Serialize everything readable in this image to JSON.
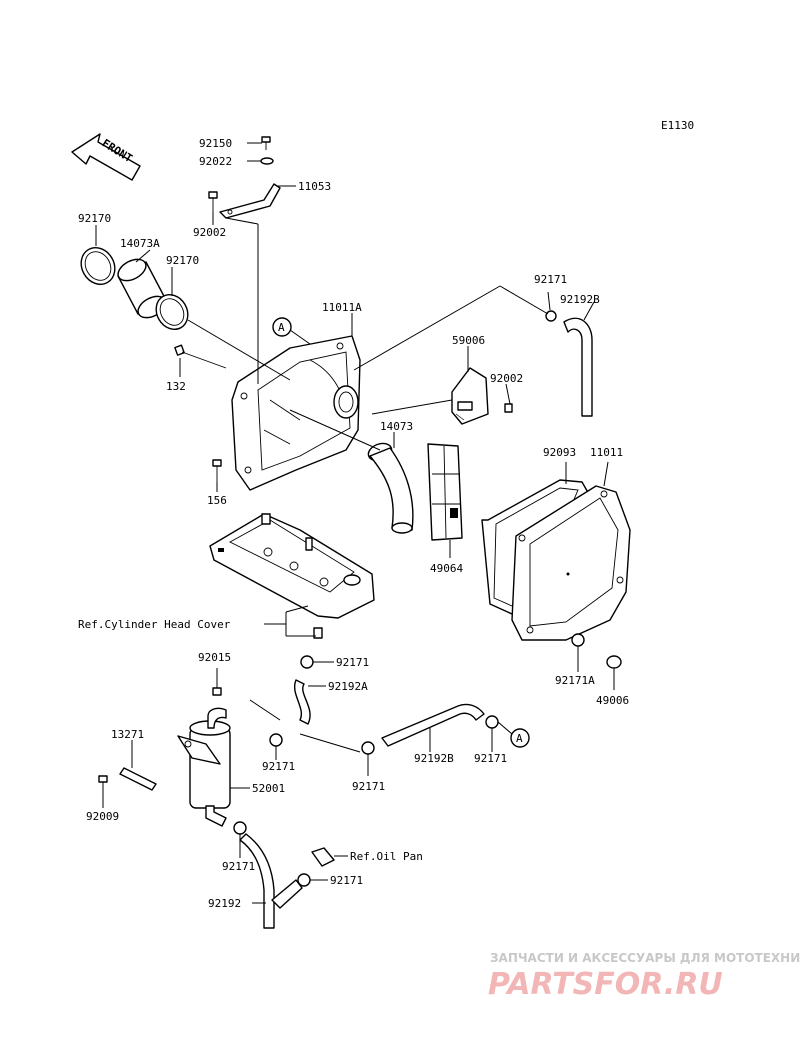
{
  "diagram_code": "E1130",
  "front_label": "FRONT",
  "callout_letter": "A",
  "parts": {
    "p92150": "92150",
    "p92022": "92022",
    "p11053": "11053",
    "p92002a": "92002",
    "p92170a": "92170",
    "p14073A": "14073A",
    "p92170b": "92170",
    "p11011A": "11011A",
    "p132": "132",
    "p156": "156",
    "p14073": "14073",
    "p59006": "59006",
    "p92002b": "92002",
    "p92171a": "92171",
    "p92192B_top": "92192B",
    "p92093": "92093",
    "p11011": "11011",
    "p49064": "49064",
    "p92171A": "92171A",
    "p49006": "49006",
    "p92171b": "92171",
    "p92192A": "92192A",
    "p92015": "92015",
    "p13271": "13271",
    "p92171c": "92171",
    "p52001": "52001",
    "p92009": "92009",
    "p92171d": "92171",
    "p92192B_mid": "92192B",
    "p92171e": "92171",
    "p92171f": "92171",
    "p92192": "92192",
    "p92171g": "92171"
  },
  "refs": {
    "cylinder_head_cover": "Ref.Cylinder Head Cover",
    "oil_pan": "Ref.Oil Pan"
  },
  "watermark": {
    "tagline": "ЗАПЧАСТИ И АКСЕССУАРЫ ДЛЯ МОТОТЕХНИКИ",
    "brand": "PARTSFOR.RU"
  }
}
